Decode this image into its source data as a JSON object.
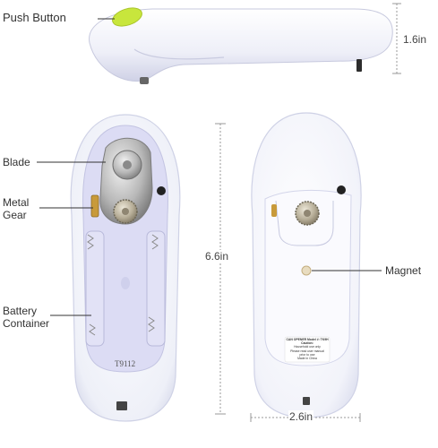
{
  "labels": {
    "push_button": "Push Button",
    "blade": "Blade",
    "metal_gear_line1": "Metal",
    "metal_gear_line2": "Gear",
    "battery_line1": "Battery",
    "battery_line2": "Container",
    "magnet": "Magnet"
  },
  "dimensions": {
    "height_top": "1.6in",
    "length": "6.6in",
    "width": "2.6in"
  },
  "device_text": {
    "model_code": "T9112",
    "sticker_title": "CAN OPENER Model #: TK9H",
    "sticker_caution": "Caution:",
    "sticker_use": "Household use only",
    "sticker_manual": "Please read user manual",
    "sticker_voltage": "prior to use",
    "sticker_origin": "Made in China"
  },
  "colors": {
    "body_white": "#f4f5fb",
    "cavity_lavender": "#dcdcf4",
    "button_green": "#c8e63c",
    "metal": "#a9a9a9",
    "line": "#333333"
  }
}
